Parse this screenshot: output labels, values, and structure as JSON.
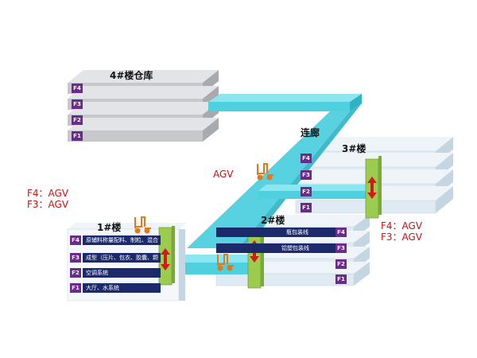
{
  "title_warehouse": "4#楼仓库",
  "label_corridor": "连廊",
  "label_b3": "3#楼",
  "label_b2": "2#楼",
  "label_b1": "1#楼",
  "label_agv": "AGV",
  "note_left": {
    "l1": "F4：AGV",
    "l2": "F3：AGV"
  },
  "note_right": {
    "l1": "F4：AGV",
    "l2": "F3：AGV"
  },
  "floors": {
    "f4": "F4",
    "f3": "F3",
    "f2": "F2",
    "f1": "F1"
  },
  "b1_rows": [
    "原辅料称量配料、制粒、混合",
    "成型（压片、包衣、胶囊、颗粒）",
    "空调系统",
    "大厅、水系统"
  ],
  "b2_rows": [
    "瓶包装线",
    "铝塑包装线"
  ],
  "colors": {
    "slab": "#c7c8cc",
    "slab_side": "#a9aab0",
    "slab_blue": "#dfeaf3",
    "corridor": "#4fd0df",
    "navy": "#1c2a6b",
    "purple": "#6a2c8a",
    "elevator": "#9ccc4f"
  }
}
